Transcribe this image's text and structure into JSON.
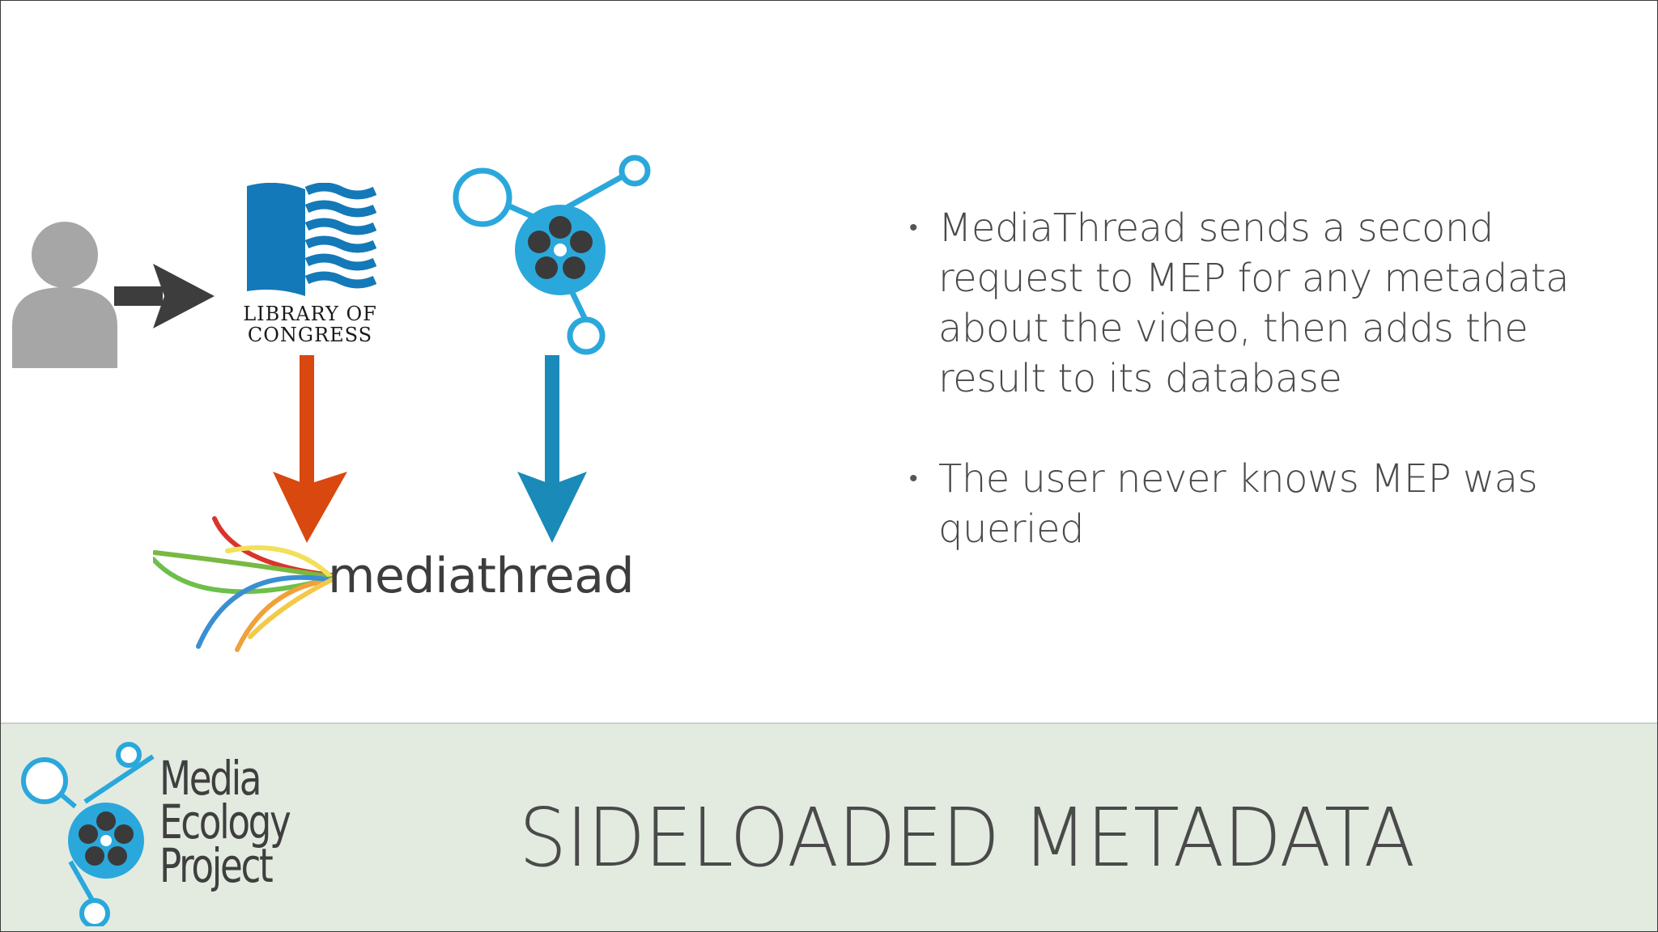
{
  "slide": {
    "bullets": [
      "MediaThread sends a second request to MEP for any metadata about the video, then adds the result to its database",
      "The user never knows MEP was queried"
    ],
    "bullet_glyph": "•",
    "footer_title": "SIDELOADED METADATA"
  },
  "logos": {
    "loc_line1": "LIBRARY OF",
    "loc_line2": "CONGRESS",
    "mediathread": "mediathread",
    "mep_lines": [
      "Media",
      "Ecology",
      "Project"
    ]
  },
  "icons": {
    "user": "user-icon",
    "right_arrow": "arrow-right-icon",
    "down_arrow_orange": "arrow-down-icon",
    "down_arrow_blue": "arrow-down-icon",
    "film_reel": "film-reel-icon"
  },
  "colors": {
    "orange_arrow": "#d9480f",
    "blue_arrow": "#1a8ab8",
    "reel_blue": "#2aa8dc",
    "loc_blue": "#1479b8",
    "footer_bg": "#e3ebe1",
    "text": "#4a4a4a"
  }
}
